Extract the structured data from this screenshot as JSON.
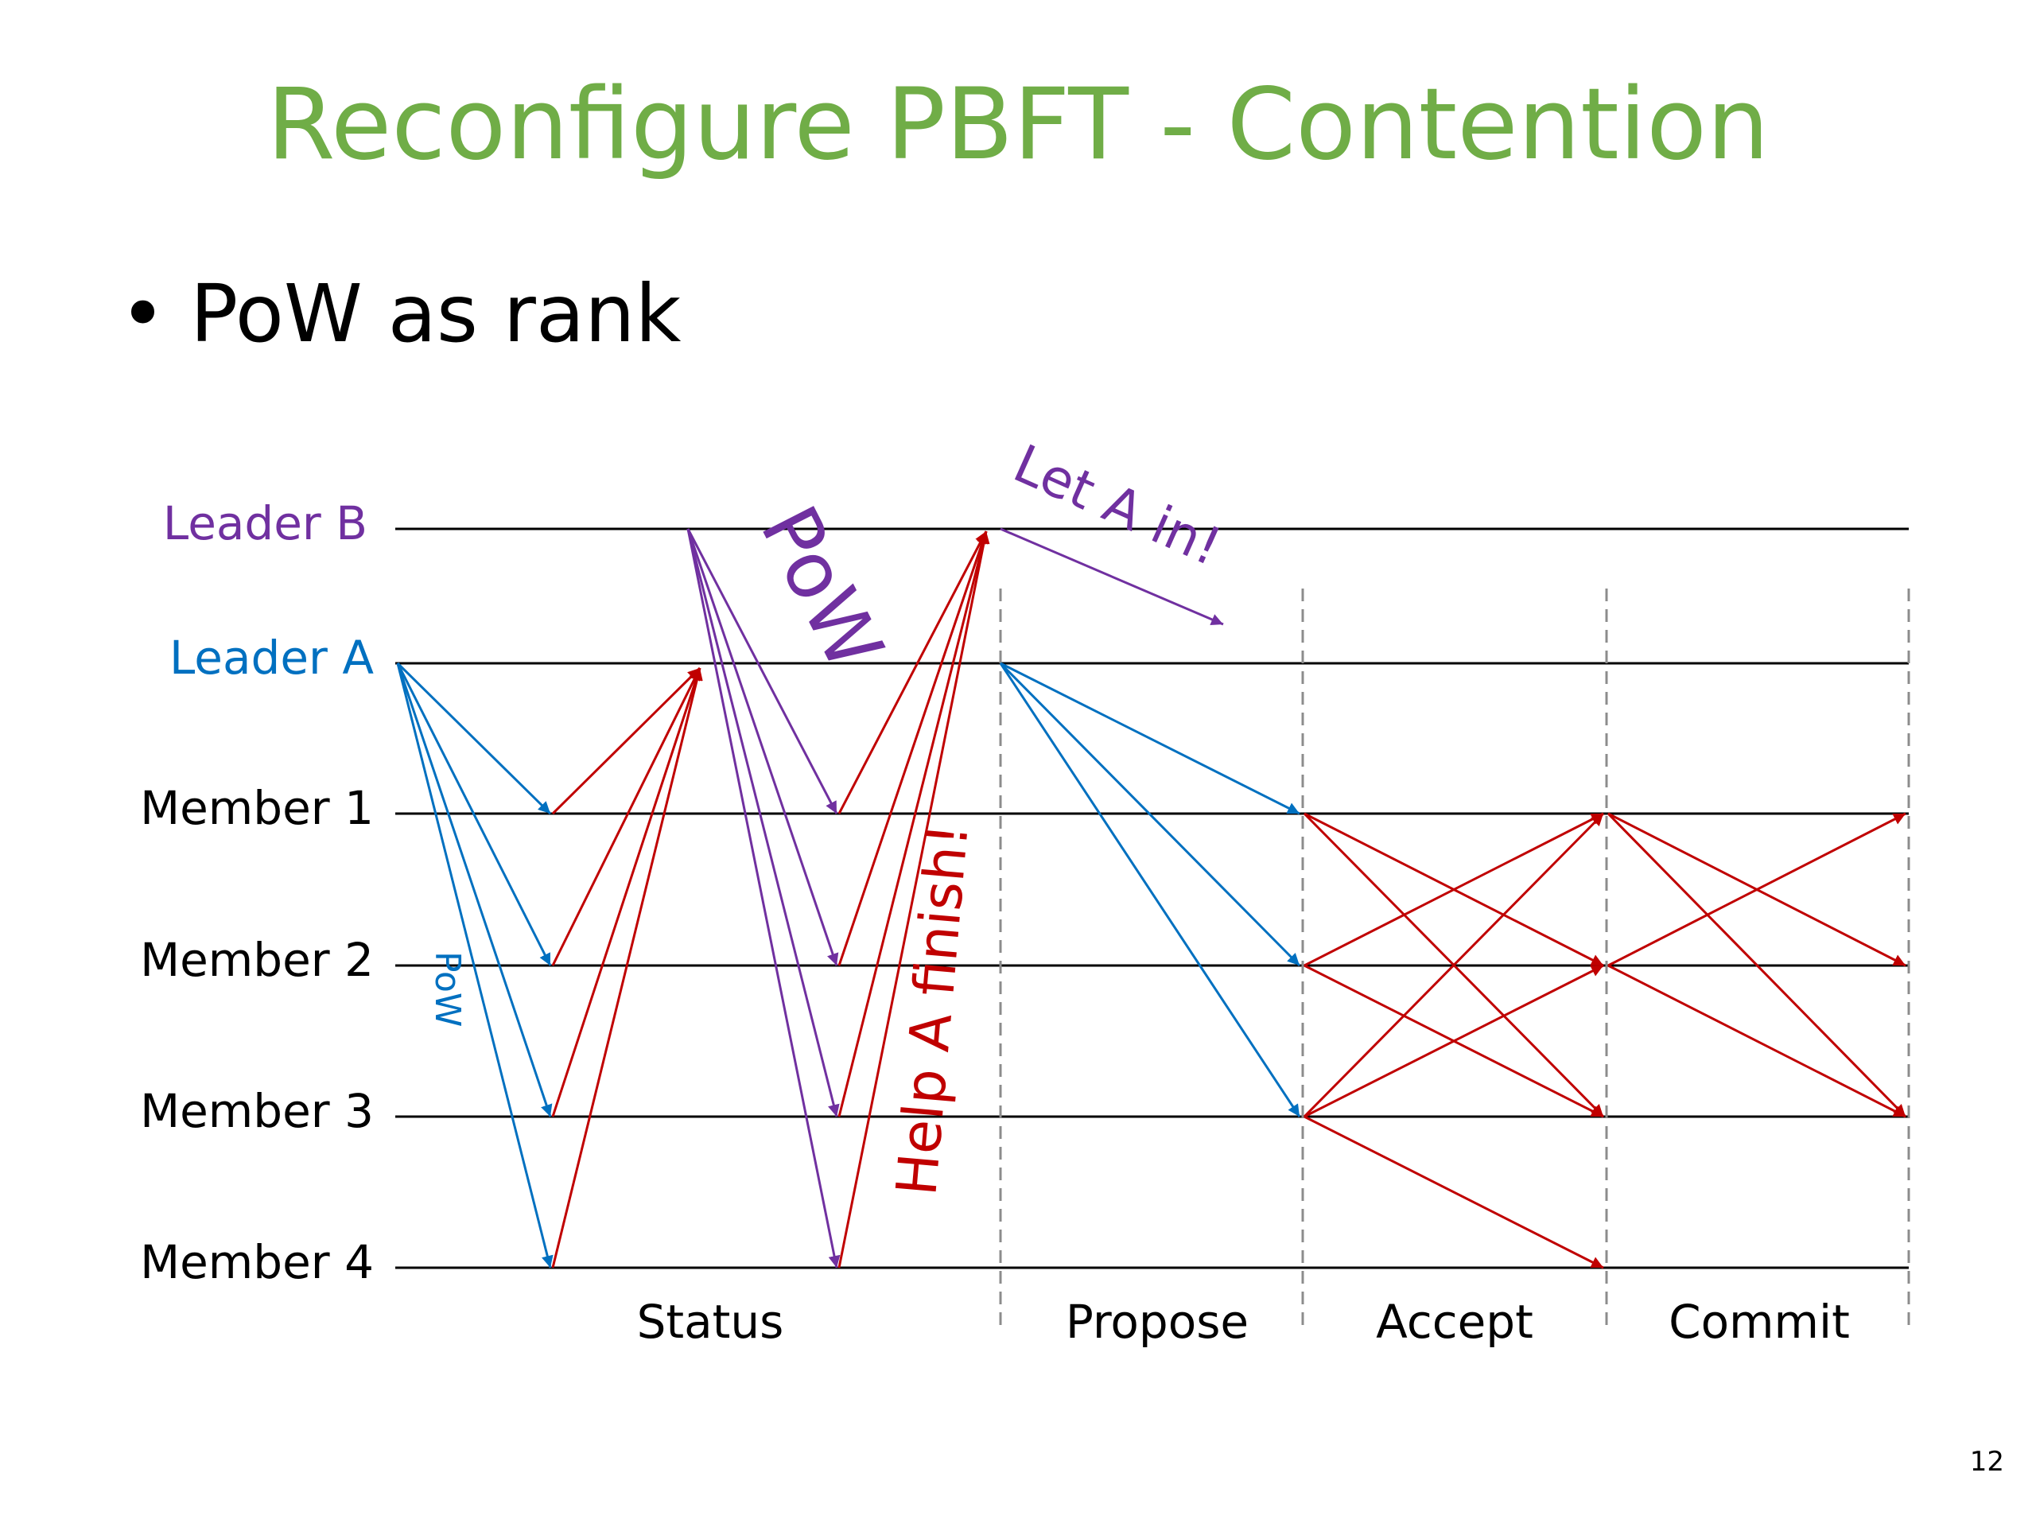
{
  "slide": {
    "title": "Reconfigure PBFT - Contention",
    "bullet": "PoW as rank",
    "page_number": "12"
  },
  "colors": {
    "title": "#70ad47",
    "leader_b": "#7030a0",
    "leader_a": "#0070c0",
    "red": "#c00000",
    "text": "#000000",
    "dashed": "#8c8c8c"
  },
  "diagram": {
    "nodes": [
      {
        "key": "leader_b",
        "label": "Leader B",
        "color": "#7030a0"
      },
      {
        "key": "leader_a",
        "label": "Leader A",
        "color": "#0070c0"
      },
      {
        "key": "member1",
        "label": "Member 1",
        "color": "#000000"
      },
      {
        "key": "member2",
        "label": "Member 2",
        "color": "#000000"
      },
      {
        "key": "member3",
        "label": "Member 3",
        "color": "#000000"
      },
      {
        "key": "member4",
        "label": "Member 4",
        "color": "#000000"
      }
    ],
    "phases": [
      "Status",
      "Propose",
      "Accept",
      "Commit"
    ],
    "annotations": {
      "pow_small": "PoW",
      "pow_large": "PoW",
      "let_a_in": "Let  A in!",
      "help_a_finish": "Help  A finish!"
    }
  }
}
